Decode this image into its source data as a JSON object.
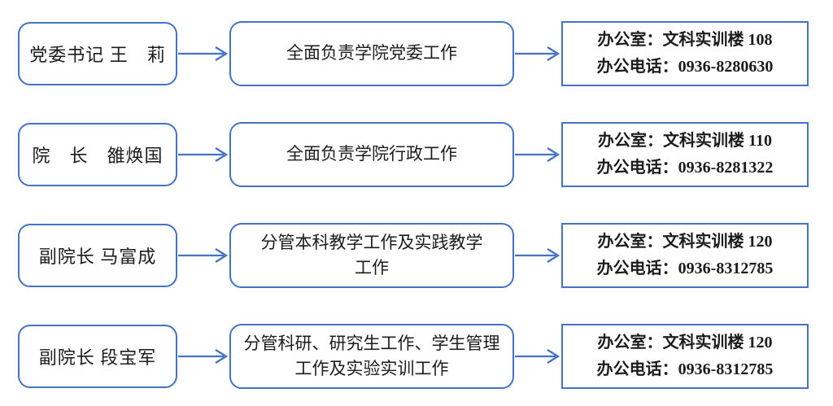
{
  "colors": {
    "border": "#4472C4",
    "arrow": "#4472C4",
    "text": "#1c1c1c",
    "background": "#ffffff"
  },
  "rows": [
    {
      "name": "党委书记 王　莉",
      "duty_lines": [
        "全面负责学院党委工作",
        ""
      ],
      "office_room": "办公室：文科实训楼 108",
      "office_phone": "办公电话：0936-8280630"
    },
    {
      "name": "院　长　雒焕国",
      "duty_lines": [
        "全面负责学院行政工作",
        ""
      ],
      "office_room": "办公室：文科实训楼 110",
      "office_phone": "办公电话：0936-8281322"
    },
    {
      "name": "副院长 马富成",
      "duty_lines": [
        "分管本科教学工作及实践教学",
        "工作"
      ],
      "office_room": "办公室：文科实训楼 120",
      "office_phone": "办公电话：0936-8312785"
    },
    {
      "name": "副院长 段宝军",
      "duty_lines": [
        "分管科研、研究生工作、学生管理",
        "工作及实验实训工作"
      ],
      "office_room": "办公室：文科实训楼 120",
      "office_phone": "办公电话：0936-8312785"
    }
  ]
}
